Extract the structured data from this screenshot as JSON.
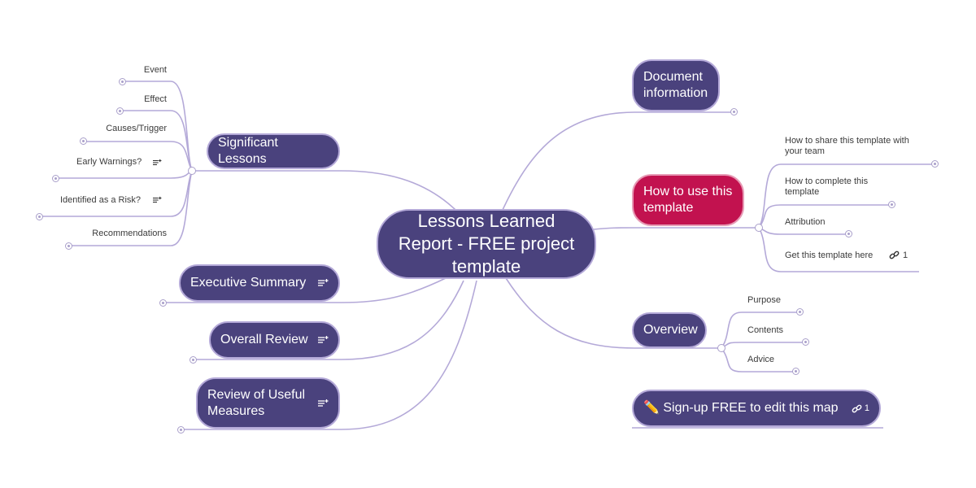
{
  "central": {
    "title": "Lessons Learned Report - FREE project template"
  },
  "colors": {
    "node": "#4a427d",
    "accent": "#c2124f",
    "line": "#b4a9d8"
  },
  "left": {
    "significant": {
      "label": "Significant Lessons",
      "children": [
        {
          "label": "Event",
          "has_note": false
        },
        {
          "label": "Effect",
          "has_note": false
        },
        {
          "label": "Causes/Trigger",
          "has_note": false
        },
        {
          "label": "Early Warnings?",
          "has_note": true
        },
        {
          "label": "Identified as a Risk?",
          "has_note": true
        },
        {
          "label": "Recommendations",
          "has_note": false
        }
      ]
    },
    "executive": {
      "label": "Executive Summary",
      "has_note": true
    },
    "overall": {
      "label": "Overall Review",
      "has_note": true
    },
    "measures": {
      "label": "Review of Useful Measures",
      "has_note": true
    }
  },
  "right": {
    "document": {
      "label": "Document information"
    },
    "howto": {
      "label": "How to use this template",
      "children": [
        {
          "label": "How to share this template with your team"
        },
        {
          "label": "How to complete this template"
        },
        {
          "label": "Attribution"
        },
        {
          "label": "Get this template here",
          "link_count": "1",
          "link_icon": "link-icon"
        }
      ]
    },
    "overview": {
      "label": "Overview",
      "children": [
        {
          "label": "Purpose"
        },
        {
          "label": "Contents"
        },
        {
          "label": "Advice"
        }
      ]
    },
    "signup": {
      "label": "✏️ Sign-up FREE to edit this map",
      "link_count": "1",
      "link_icon": "link-icon"
    }
  },
  "icons": {
    "note": "note-icon",
    "link": "link-icon",
    "pencil": "pencil-icon"
  }
}
